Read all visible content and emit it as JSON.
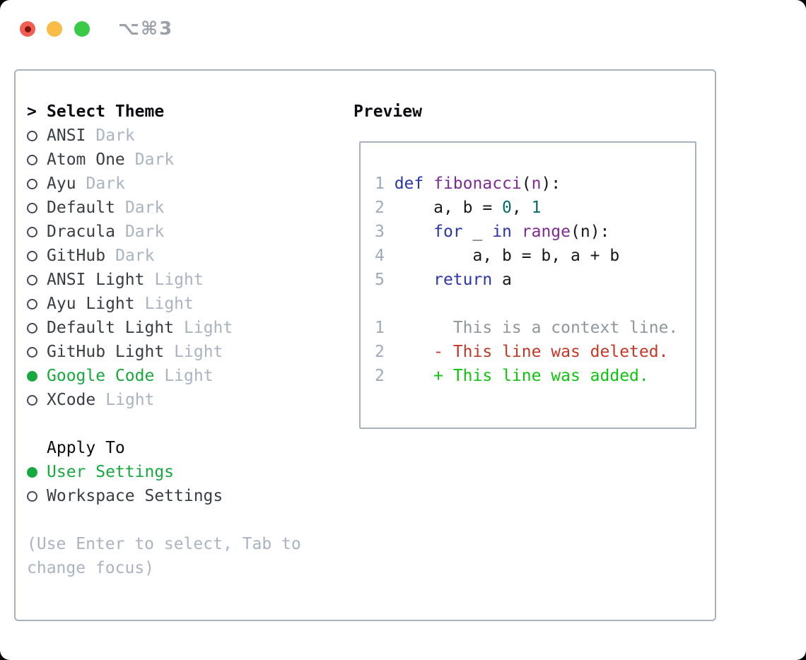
{
  "window": {
    "title": "⌥⌘3"
  },
  "theme_list": {
    "header_marker": ">",
    "header": "Select Theme",
    "items": [
      {
        "name": "ANSI",
        "variant": "Dark",
        "selected": false
      },
      {
        "name": "Atom One",
        "variant": "Dark",
        "selected": false
      },
      {
        "name": "Ayu",
        "variant": "Dark",
        "selected": false
      },
      {
        "name": "Default",
        "variant": "Dark",
        "selected": false
      },
      {
        "name": "Dracula",
        "variant": "Dark",
        "selected": false
      },
      {
        "name": "GitHub",
        "variant": "Dark",
        "selected": false
      },
      {
        "name": "ANSI Light",
        "variant": "Light",
        "selected": false
      },
      {
        "name": "Ayu Light",
        "variant": "Light",
        "selected": false
      },
      {
        "name": "Default Light",
        "variant": "Light",
        "selected": false
      },
      {
        "name": "GitHub Light",
        "variant": "Light",
        "selected": false
      },
      {
        "name": "Google Code",
        "variant": "Light",
        "selected": true
      },
      {
        "name": "XCode",
        "variant": "Light",
        "selected": false
      }
    ]
  },
  "apply_to": {
    "header": "Apply To",
    "items": [
      {
        "name": "User Settings",
        "selected": true
      },
      {
        "name": "Workspace Settings",
        "selected": false
      }
    ]
  },
  "hint_lines": [
    "(Use Enter to select, Tab to",
    "change focus)"
  ],
  "preview": {
    "title": "Preview",
    "lines": [
      {
        "segs": [
          [
            "1 ",
            "lineno"
          ],
          [
            "def",
            "keyword"
          ],
          [
            " ",
            "plain"
          ],
          [
            "fibonacci",
            "function"
          ],
          [
            "(",
            "plain"
          ],
          [
            "n",
            "param"
          ],
          [
            "):",
            "plain"
          ]
        ]
      },
      {
        "segs": [
          [
            "2 ",
            "lineno"
          ],
          [
            "    a, b = ",
            "plain"
          ],
          [
            "0",
            "number"
          ],
          [
            ", ",
            "plain"
          ],
          [
            "1",
            "number"
          ]
        ]
      },
      {
        "segs": [
          [
            "3 ",
            "lineno"
          ],
          [
            "    ",
            "plain"
          ],
          [
            "for",
            "keyword"
          ],
          [
            " _ ",
            "plain"
          ],
          [
            "in",
            "keyword"
          ],
          [
            " ",
            "plain"
          ],
          [
            "range",
            "function"
          ],
          [
            "(n):",
            "plain"
          ]
        ]
      },
      {
        "segs": [
          [
            "4 ",
            "lineno"
          ],
          [
            "        a, b = b, a + b",
            "plain"
          ]
        ]
      },
      {
        "segs": [
          [
            "5 ",
            "lineno"
          ],
          [
            "    ",
            "plain"
          ],
          [
            "return",
            "keyword"
          ],
          [
            " a",
            "plain"
          ]
        ]
      },
      {
        "segs": []
      },
      {
        "segs": [
          [
            "1",
            "lineno"
          ],
          [
            "       This is a context line.",
            "context"
          ]
        ]
      },
      {
        "segs": [
          [
            "2",
            "lineno"
          ],
          [
            "     ",
            "plain"
          ],
          [
            "- This line was deleted.",
            "deleted"
          ]
        ]
      },
      {
        "segs": [
          [
            "2",
            "lineno"
          ],
          [
            "     ",
            "plain"
          ],
          [
            "+ This line was added.",
            "added"
          ]
        ]
      }
    ]
  },
  "colors": {
    "accent_green": "#17a83e",
    "name_text": "#383e46",
    "variant_text": "#a9b4c0",
    "hint_text": "#a9b4c0",
    "header_text": "#0a0c0f",
    "panel_border": "#a9b2bc",
    "ring_border": "#434a52",
    "title_text": "#9aa1a8",
    "traffic_red": "#f25e52",
    "traffic_red_dot": "#7c1511",
    "traffic_yellow": "#f9bd45",
    "traffic_green": "#3bc948",
    "syntax": {
      "lineno": "#9daab8",
      "keyword": "#2a35ae",
      "function": "#7e2b94",
      "param": "#7e2b94",
      "number": "#066a6a",
      "plain": "#16181c",
      "context": "#8f979e",
      "deleted": "#c53726",
      "added": "#0fc40f"
    }
  }
}
